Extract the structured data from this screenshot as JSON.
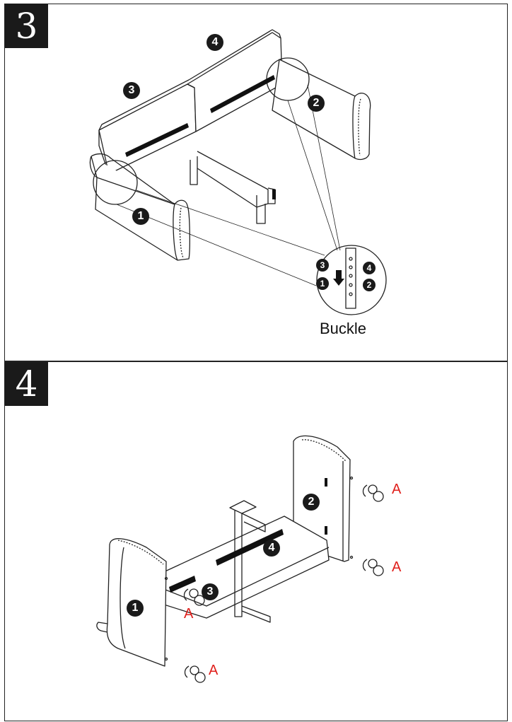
{
  "steps": {
    "step3": {
      "number": "3",
      "caption": "Buckle",
      "parts": {
        "p1": "1",
        "p2": "2",
        "p3": "3",
        "p4": "4"
      },
      "detail_parts": {
        "d1": "1",
        "d2": "2",
        "d3": "3",
        "d4": "4"
      }
    },
    "step4": {
      "number": "4",
      "parts": {
        "p1": "1",
        "p2": "2",
        "p3": "3",
        "p4": "4"
      },
      "wheel_label": "A"
    }
  },
  "colors": {
    "ink": "#1a1a1a",
    "accent": "#e0201c"
  }
}
